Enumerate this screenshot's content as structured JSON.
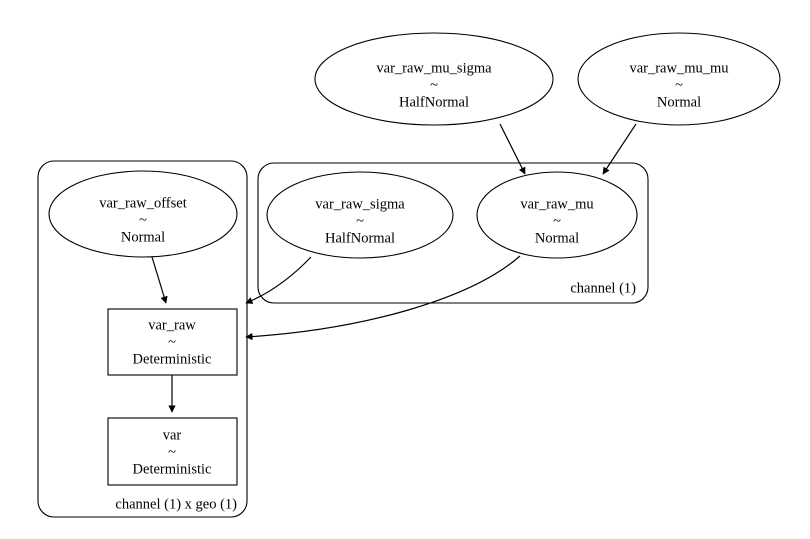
{
  "diagram": {
    "type": "probabilistic-graphical-model",
    "title": "",
    "background_color": "#ffffff",
    "stroke_color": "#000000",
    "nodes": [
      {
        "id": "var_raw_mu_sigma",
        "name": "var_raw_mu_sigma",
        "tilde": "~",
        "distribution": "HalfNormal",
        "shape": "ellipse",
        "plate": null
      },
      {
        "id": "var_raw_mu_mu",
        "name": "var_raw_mu_mu",
        "tilde": "~",
        "distribution": "Normal",
        "shape": "ellipse",
        "plate": null
      },
      {
        "id": "var_raw_offset",
        "name": "var_raw_offset",
        "tilde": "~",
        "distribution": "Normal",
        "shape": "ellipse",
        "plate": "channel_geo"
      },
      {
        "id": "var_raw_sigma",
        "name": "var_raw_sigma",
        "tilde": "~",
        "distribution": "HalfNormal",
        "shape": "ellipse",
        "plate": "channel"
      },
      {
        "id": "var_raw_mu",
        "name": "var_raw_mu",
        "tilde": "~",
        "distribution": "Normal",
        "shape": "ellipse",
        "plate": "channel"
      },
      {
        "id": "var_raw",
        "name": "var_raw",
        "tilde": "~",
        "distribution": "Deterministic",
        "shape": "rectangle",
        "plate": "channel_geo"
      },
      {
        "id": "var",
        "name": "var",
        "tilde": "~",
        "distribution": "Deterministic",
        "shape": "rectangle",
        "plate": "channel_geo"
      }
    ],
    "plates": [
      {
        "id": "channel_geo",
        "label": "channel (1) x geo (1)"
      },
      {
        "id": "channel",
        "label": "channel (1)"
      }
    ],
    "edges": [
      {
        "from": "var_raw_mu_sigma",
        "to": "var_raw_mu"
      },
      {
        "from": "var_raw_mu_mu",
        "to": "var_raw_mu"
      },
      {
        "from": "var_raw_offset",
        "to": "var_raw"
      },
      {
        "from": "var_raw_sigma",
        "to": "var_raw"
      },
      {
        "from": "var_raw_mu",
        "to": "var_raw"
      },
      {
        "from": "var_raw",
        "to": "var"
      }
    ]
  }
}
